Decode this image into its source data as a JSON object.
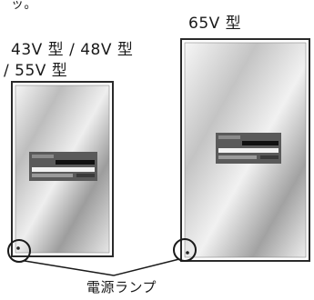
{
  "top_fragment": "ッ。",
  "labels": {
    "small_models_line1": "43V 型 / 48V 型",
    "small_models_line2": "/ 55V 型",
    "large_model": "65V 型"
  },
  "caption": "電源ランプ"
}
